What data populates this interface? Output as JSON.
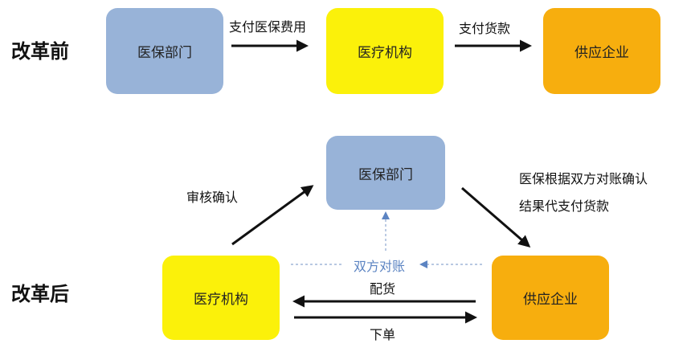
{
  "before": {
    "title": "改革前",
    "box_insurance": "医保部门",
    "box_medical": "医疗机构",
    "box_supplier": "供应企业",
    "edge_pay_fees": "支付医保费用",
    "edge_pay_goods": "支付货款"
  },
  "after": {
    "title": "改革后",
    "box_insurance": "医保部门",
    "box_medical": "医疗机构",
    "box_supplier": "供应企业",
    "edge_review": "审核确认",
    "edge_settle_line1": "医保根据双方对账确认",
    "edge_settle_line2": "结果代支付货款",
    "edge_reconcile": "双方对账",
    "edge_deliver": "配货",
    "edge_order": "下单"
  },
  "colors": {
    "insurance": "#98b3d8",
    "medical": "#fbf10a",
    "supplier": "#f7ae0e",
    "reconcile": "#5c84c2"
  }
}
